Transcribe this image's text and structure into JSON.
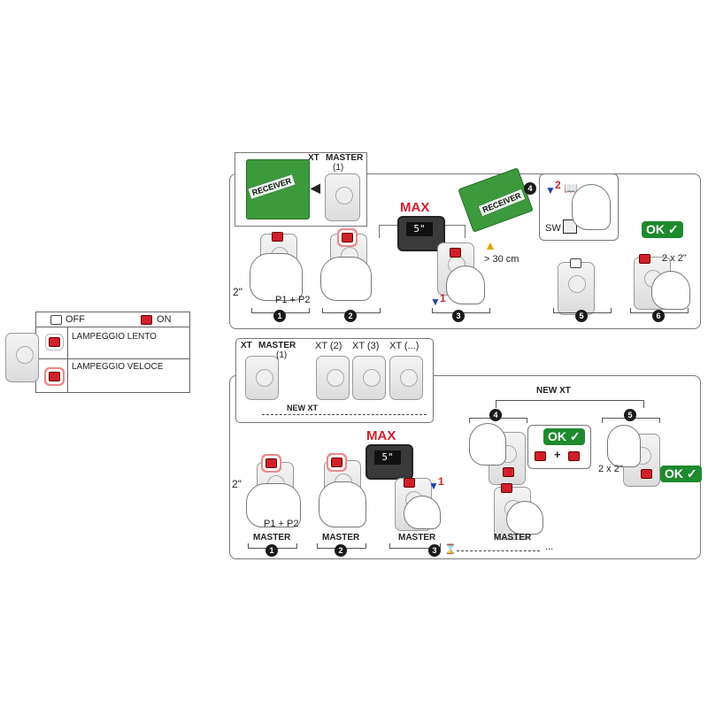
{
  "legend": {
    "off_label": "OFF",
    "on_label": "ON",
    "slow_blink_label": "LAMPEGGIO LENTO",
    "fast_blink_label": "LAMPEGGIO VELOCE"
  },
  "top_procedure": {
    "header": {
      "xt": "XT",
      "master": "MASTER",
      "master_index": "(1)",
      "receiver": "RECEIVER"
    },
    "step1": {
      "duration": "2\"",
      "buttons": "P1 + P2",
      "number": "1"
    },
    "step2": {
      "number": "2"
    },
    "step3": {
      "max": "MAX",
      "timer": "5\"",
      "distance": "> 30 cm",
      "number": "3",
      "press_index": "1"
    },
    "step4": {
      "number": "4",
      "press_index": "2",
      "sw": "SW",
      "receiver": "RECEIVER"
    },
    "step5": {
      "number": "5"
    },
    "step6": {
      "ok": "OK",
      "repeat": "2 x 2\"",
      "number": "6"
    }
  },
  "bottom_procedure": {
    "header": {
      "xt": "XT",
      "master": "MASTER",
      "master_index": "(1)",
      "xt2": "XT (2)",
      "xt3": "XT (3)",
      "xtn": "XT (...)",
      "new_xt": "NEW XT"
    },
    "step1": {
      "duration": "2\"",
      "buttons": "P1 + P2",
      "label": "MASTER",
      "number": "1"
    },
    "step2": {
      "label": "MASTER",
      "number": "2"
    },
    "step3": {
      "max": "MAX",
      "timer": "5\"",
      "label": "MASTER",
      "number": "3",
      "press_index": "1",
      "ellipsis": "..."
    },
    "new_xt_label": "NEW XT",
    "step4": {
      "number": "4",
      "ok": "OK",
      "label": "MASTER"
    },
    "step5": {
      "number": "5",
      "ok": "OK",
      "repeat": "2 x 2\""
    }
  },
  "colors": {
    "led_red": "#d0202a",
    "ok_green": "#1e8a2e",
    "max_red": "#d01f2f",
    "pcb_green": "#3c9a3c"
  }
}
